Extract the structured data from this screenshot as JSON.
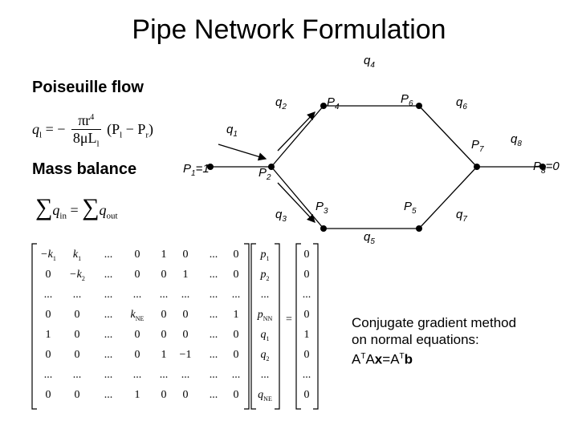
{
  "title": "Pipe Network Formulation",
  "sections": {
    "poiseuille": "Poiseuille flow",
    "mass": "Mass balance"
  },
  "equations": {
    "poiseuille_lhs": "q",
    "poiseuille_lhs_sub": "l",
    "poiseuille_eq": "= −",
    "poiseuille_num": "πr",
    "poiseuille_num_sup": "4",
    "poiseuille_den": "8μL",
    "poiseuille_den_sub": "l",
    "poiseuille_rhs": "(P",
    "poiseuille_rhs_sub1": "l",
    "poiseuille_rhs_mid": " − P",
    "poiseuille_rhs_sub2": "r",
    "poiseuille_rhs_end": ")",
    "mass_sum1": "∑",
    "mass_q1": "q",
    "mass_q1_sub": "in",
    "mass_eq": "=",
    "mass_sum2": "∑",
    "mass_q2": "q",
    "mass_q2_sub": "out"
  },
  "network": {
    "flows": [
      {
        "id": "q4",
        "base": "q",
        "sub": "4"
      },
      {
        "id": "q2",
        "base": "q",
        "sub": "2"
      },
      {
        "id": "q6",
        "base": "q",
        "sub": "6"
      },
      {
        "id": "q1",
        "base": "q",
        "sub": "1"
      },
      {
        "id": "q8",
        "base": "q",
        "sub": "8"
      },
      {
        "id": "q3",
        "base": "q",
        "sub": "3"
      },
      {
        "id": "q7",
        "base": "q",
        "sub": "7"
      },
      {
        "id": "q5",
        "base": "q",
        "sub": "5"
      }
    ],
    "nodes": [
      {
        "id": "P1",
        "base": "P",
        "sub": "1",
        "suffix": "=1"
      },
      {
        "id": "P2",
        "base": "P",
        "sub": "2",
        "suffix": ""
      },
      {
        "id": "P3",
        "base": "P",
        "sub": "3",
        "suffix": ""
      },
      {
        "id": "P4",
        "base": "P",
        "sub": "4",
        "suffix": ""
      },
      {
        "id": "P5",
        "base": "P",
        "sub": "5",
        "suffix": ""
      },
      {
        "id": "P6",
        "base": "P",
        "sub": "6",
        "suffix": ""
      },
      {
        "id": "P7",
        "base": "P",
        "sub": "7",
        "suffix": ""
      },
      {
        "id": "P8",
        "base": "P",
        "sub": "8",
        "suffix": "=0"
      }
    ]
  },
  "matrix": {
    "rows": [
      [
        {
          "t": "−k",
          "s": "1"
        },
        {
          "t": "k",
          "s": "1"
        },
        {
          "t": "..."
        },
        {
          "t": "0"
        },
        {
          "t": "1"
        },
        {
          "t": "0"
        },
        {
          "t": "..."
        },
        {
          "t": "0"
        }
      ],
      [
        {
          "t": "0"
        },
        {
          "t": "−k",
          "s": "2"
        },
        {
          "t": "..."
        },
        {
          "t": "0"
        },
        {
          "t": "0"
        },
        {
          "t": "1"
        },
        {
          "t": "..."
        },
        {
          "t": "0"
        }
      ],
      [
        {
          "t": "..."
        },
        {
          "t": "..."
        },
        {
          "t": "..."
        },
        {
          "t": "..."
        },
        {
          "t": "..."
        },
        {
          "t": "..."
        },
        {
          "t": "..."
        },
        {
          "t": "..."
        }
      ],
      [
        {
          "t": "0"
        },
        {
          "t": "0"
        },
        {
          "t": "..."
        },
        {
          "t": "k",
          "s": "NE"
        },
        {
          "t": "0"
        },
        {
          "t": "0"
        },
        {
          "t": "..."
        },
        {
          "t": "1"
        }
      ],
      [
        {
          "t": "1"
        },
        {
          "t": "0"
        },
        {
          "t": "..."
        },
        {
          "t": "0"
        },
        {
          "t": "0"
        },
        {
          "t": "0"
        },
        {
          "t": "..."
        },
        {
          "t": "0"
        }
      ],
      [
        {
          "t": "0"
        },
        {
          "t": "0"
        },
        {
          "t": "..."
        },
        {
          "t": "0"
        },
        {
          "t": "1"
        },
        {
          "t": "−1"
        },
        {
          "t": "..."
        },
        {
          "t": "0"
        }
      ],
      [
        {
          "t": "..."
        },
        {
          "t": "..."
        },
        {
          "t": "..."
        },
        {
          "t": "..."
        },
        {
          "t": "..."
        },
        {
          "t": "..."
        },
        {
          "t": "..."
        },
        {
          "t": "..."
        }
      ],
      [
        {
          "t": "0"
        },
        {
          "t": "0"
        },
        {
          "t": "..."
        },
        {
          "t": "1"
        },
        {
          "t": "0"
        },
        {
          "t": "0"
        },
        {
          "t": "..."
        },
        {
          "t": "0"
        }
      ]
    ],
    "unknowns": [
      {
        "t": "p",
        "s": "1"
      },
      {
        "t": "p",
        "s": "2"
      },
      {
        "t": "..."
      },
      {
        "t": "p",
        "s": "NN"
      },
      {
        "t": "q",
        "s": "1"
      },
      {
        "t": "q",
        "s": "2"
      },
      {
        "t": "..."
      },
      {
        "t": "q",
        "s": "NE"
      }
    ],
    "equals": "=",
    "rhs": [
      "0",
      "0",
      "...",
      "0",
      "1",
      "0",
      "...",
      "0"
    ]
  },
  "method": {
    "line1": "Conjugate gradient method",
    "line2": "on normal equations:",
    "eq_a": "A",
    "eq_t1": "T",
    "eq_ax": "A",
    "eq_x": "x",
    "eq_equals": "=",
    "eq_a2": "A",
    "eq_t2": "T",
    "eq_b": "b"
  }
}
